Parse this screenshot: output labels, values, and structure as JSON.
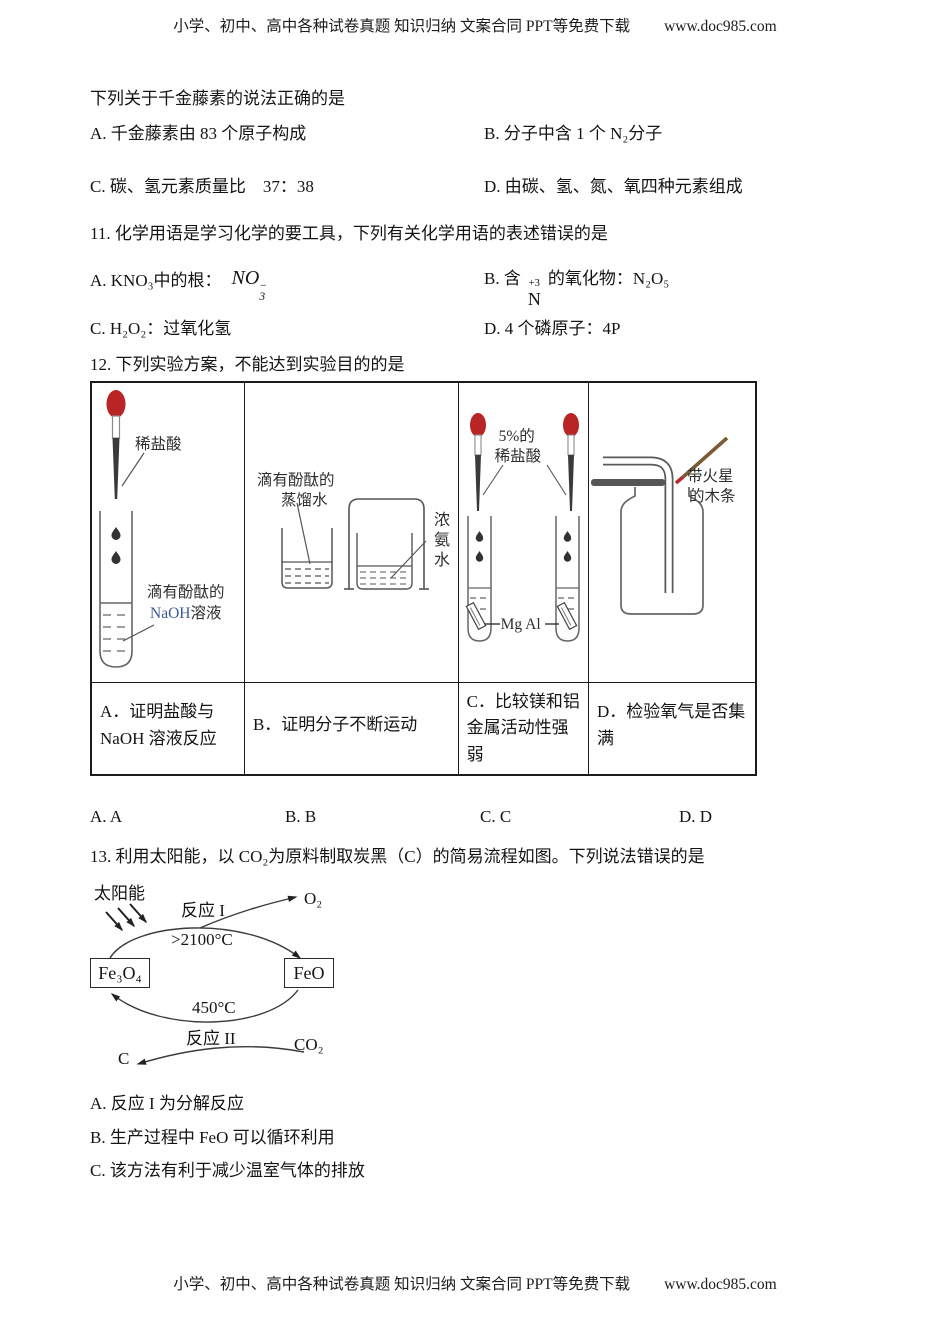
{
  "header": {
    "text": "小学、初中、高中各种试卷真题 知识归纳 文案合同 PPT等免费下载",
    "site": "www.doc985.com"
  },
  "footer": {
    "text": "小学、初中、高中各种试卷真题 知识归纳 文案合同 PPT等免费下载",
    "site": "www.doc985.com"
  },
  "q10": {
    "stem": "下列关于千金藤素的说法正确的是",
    "optA": "A. 千金藤素由 83 个原子构成",
    "optB": "B. 分子中含 1 个 N₂分子",
    "optC": "C. 碳、氢元素质量比　37：38",
    "optD": "D. 由碳、氢、氮、氧四种元素组成"
  },
  "q11": {
    "stem": "11. 化学用语是学习化学的要工具，下列有关化学用语的表述错误的是",
    "optA_prefix": "A. KNO₃中的根：",
    "no3": {
      "base": "NO",
      "sup": "−",
      "sub": "3"
    },
    "optB_prefix": "B. 含",
    "n_valence": {
      "top": "+3",
      "base": "N"
    },
    "optB_suffix": "的氧化物：N₂O₅",
    "optC": "C. H₂O₂：过氧化氢",
    "optD": "D. 4 个磷原子：4P"
  },
  "q12": {
    "stem": "12. 下列实验方案，不能达到实验目的的是",
    "cellA": {
      "label_dropper": "稀盐酸",
      "label_line1": "滴有酚酞的",
      "label_naoh": "NaOH",
      "label_solution": "溶液",
      "caption": "A．证明盐酸与 NaOH 溶液反应"
    },
    "cellB": {
      "label_line1": "滴有酚酞的",
      "label_line2": "蒸馏水",
      "label_ammonia": "浓氨水",
      "caption": "B．证明分子不断运动"
    },
    "cellC": {
      "label_line1": "5%的",
      "label_line2": "稀盐酸",
      "label_metals": "Mg Al",
      "caption": "C．比较镁和铝　金属活动性强弱"
    },
    "cellD": {
      "label_line1": "带火星",
      "label_line2": "的木条",
      "caption": "D．检验氧气是否集满"
    },
    "answers": {
      "a": "A. A",
      "b": "B. B",
      "c": "C. C",
      "d": "D. D"
    }
  },
  "q13": {
    "stem": "13. 利用太阳能，以 CO₂为原料制取炭黑（C）的简易流程如图。下列说法错误的是",
    "diagram": {
      "solar": "太阳能",
      "reaction1": "反应 I",
      "o2": "O₂",
      "temp1": ">2100°C",
      "fe3o4": "Fe₃O₄",
      "feo": "FeO",
      "temp2": "450°C",
      "reaction2": "反应 II",
      "c": "C",
      "co2": "CO₂"
    },
    "optA": "A. 反应 I 为分解反应",
    "optB": "B. 生产过程中 FeO 可以循环利用",
    "optC": "C. 该方法有利于减少温室气体的排放"
  }
}
